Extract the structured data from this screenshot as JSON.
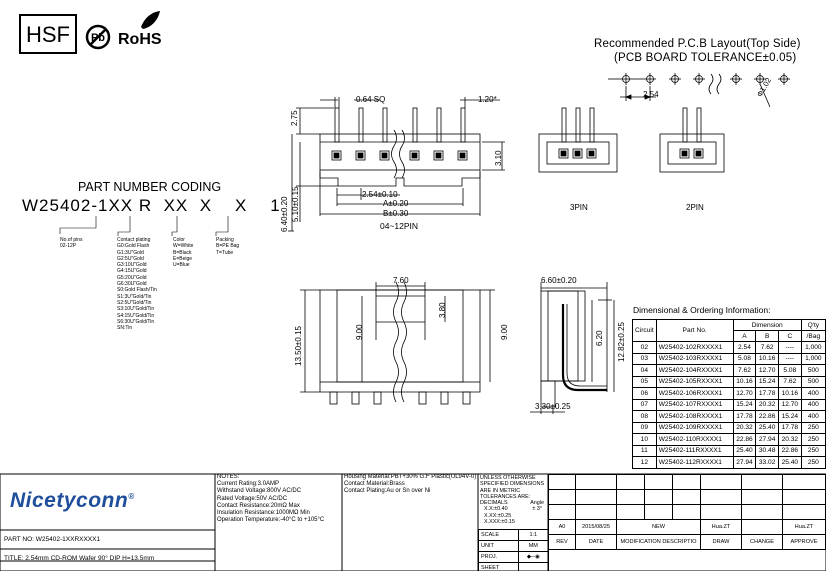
{
  "header": {
    "hsf_label": "HSF",
    "pb_label": "Pb",
    "rohs_label": "RoHS"
  },
  "pcb_layout": {
    "title": "Recommended P.C.B Layout(Top Side)",
    "subtitle": "(PCB BOARD TOLERANCE±0.05)",
    "pitch": "2.54",
    "hole": "Φ1.02"
  },
  "part_coding": {
    "title": "PART NUMBER CODING",
    "code": [
      "W25402-1",
      "XX",
      "R",
      "XX",
      "X",
      "X",
      "1"
    ],
    "pins_label": "No.of pins",
    "pins_range": "02-12P",
    "plating_label": "Contact plating",
    "plating_options": [
      "G0:Gold Flash",
      "G1:3U\"Gold",
      "G2:5U\"Gold",
      "G3:10U\"Gold",
      "G4:15U\"Gold",
      "G5:20U\"Gold",
      "G6:30U\"Gold",
      "S0:Gold Flash/Tin",
      "S1:3U\"Gold/Tin",
      "S2:5U\"Gold/Tin",
      "S3:10U\"Gold/Tin",
      "S4:15U\"Gold/Tin",
      "S6:30U\"Gold/Tin",
      "SN:Tin"
    ],
    "color_label": "Color",
    "color_options": [
      "W=White",
      "B=Black",
      "E=Beige",
      "U=Blue"
    ],
    "packing_label": "Packing",
    "packing_options": [
      "B=PE Bag",
      "T=Tube"
    ]
  },
  "front_view": {
    "dim_064": "0.64 SQ",
    "dim_120": "1.20*",
    "dim_275": "2.75",
    "dim_310": "3.10",
    "dim_640": "6.40±0.20",
    "dim_510": "5.10±0.15",
    "dim_254": "2.54±0.10",
    "dim_a": "A±0.20",
    "dim_b": "B±0.30",
    "pins_range": "04~12PIN"
  },
  "small_views": {
    "three_pin": "3PIN",
    "two_pin": "2PIN"
  },
  "side_views": {
    "dim_760": "7.60",
    "dim_380": "3.80",
    "dim_900_left": "9.00",
    "dim_900_right": "9.00",
    "dim_1350": "13.50±0.15",
    "dim_660": "6.60±0.20",
    "dim_620": "6.20",
    "dim_1282": "12.82±0.25",
    "dim_330": "3.30±0.25"
  },
  "ordering_table": {
    "title": "Dimensional & Ordering Information:",
    "headers": {
      "circuit": "Circuit",
      "part_no": "Part No.",
      "dimension": "Dimension",
      "a": "A",
      "b": "B",
      "c": "C",
      "qty": "Q'ty",
      "bag": "/Bag"
    },
    "rows": [
      [
        "02",
        "W25402-102RXXXX1",
        "2.54",
        "7.62",
        "----",
        "1,000"
      ],
      [
        "03",
        "W25402-103RXXXX1",
        "5.08",
        "10.16",
        "----",
        "1,000"
      ],
      [
        "04",
        "W25402-104RXXXX1",
        "7.62",
        "12.70",
        "5.08",
        "500"
      ],
      [
        "05",
        "W25402-105RXXXX1",
        "10.16",
        "15.24",
        "7.62",
        "500"
      ],
      [
        "06",
        "W25402-106RXXXX1",
        "12.70",
        "17.78",
        "10.16",
        "400"
      ],
      [
        "07",
        "W25402-107RXXXX1",
        "15.24",
        "20.32",
        "12.70",
        "400"
      ],
      [
        "08",
        "W25402-108RXXXX1",
        "17.78",
        "22.86",
        "15.24",
        "400"
      ],
      [
        "09",
        "W25402-109RXXXX1",
        "20.32",
        "25.40",
        "17.78",
        "250"
      ],
      [
        "10",
        "W25402-110RXXXX1",
        "22.86",
        "27.94",
        "20.32",
        "250"
      ],
      [
        "11",
        "W25402-111RXXXX1",
        "25.40",
        "30.48",
        "22.86",
        "250"
      ],
      [
        "12",
        "W25402-112RXXXX1",
        "27.94",
        "33.02",
        "25.40",
        "250"
      ]
    ]
  },
  "title_block": {
    "logo": "Nicetyconn",
    "logo_mark": "®",
    "part_no": "PART NO: W25402-1XXRXXXX1",
    "title": "TITLE:  2.54mm CD-ROM Wafer 90° DIP H=13.5mm",
    "notes": [
      "NOTES:",
      "Current Rating:3.0AMP",
      "Withstand Voltage:800V AC/DC",
      "Rated Voltage:50V AC/DC",
      "Contact Resistance:20mΩ Max",
      "Insulation Resistance:1000MΩ Min",
      "Operation Temperature:-40°C to +105°C"
    ],
    "materials": [
      "Housing Material:PBT+30% G.F Plastic(UL94V-0)",
      "Contact Material:Brass",
      "Contact Plating:Au or Sn over Ni"
    ],
    "tolerances": [
      "UNLESS OTHERWISE",
      "SPECIFIED DIMENSIONS",
      "ARE IN METRIC",
      "TOLERANCES  ARE:"
    ],
    "tol_decimals": "DECIMALS",
    "tol_angle": "Angle",
    "tol_x": "X.X:±0.40",
    "tol_xx": "X.XX:±0.25",
    "tol_xxx": "X.XXX:±0.15",
    "tol_angle_val": "± 3°",
    "scale_label": "SCALE",
    "scale_value": "1:1",
    "unit_label": "UNIT",
    "unit_value": "MM",
    "proj_label": "PROJ.",
    "sheet_label": "SHEET",
    "rev_row": [
      "A0",
      "2015/08/25",
      "NEW",
      "Hua.ZT",
      "",
      "Hua.ZT"
    ],
    "rev_headers": [
      "REV",
      "DATE",
      "MODIFICATION DESCRIPTIO",
      "DRAW",
      "CHANGE",
      "APPROVE"
    ]
  }
}
